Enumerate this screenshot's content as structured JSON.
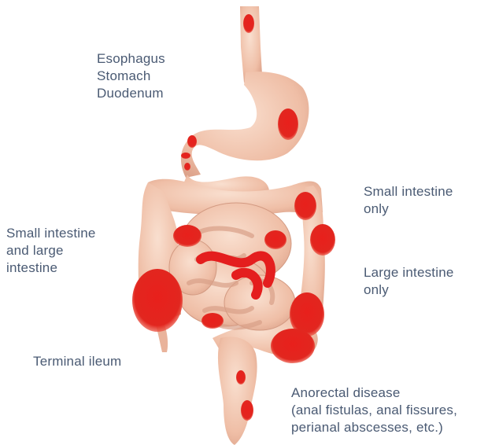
{
  "colors": {
    "text": "#4a5a73",
    "tissue": "#f1c3ab",
    "tissue_light": "#f8dccb",
    "tissue_dark": "#d9a088",
    "inflamed": "#e41e1e"
  },
  "labels": {
    "upper_gi": "Esophagus\nStomach\nDuodenum",
    "small_and_large": "Small intestine\nand large\nintestine",
    "terminal_ileum": "Terminal ileum",
    "small_only": "Small intestine\nonly",
    "large_only": "Large intestine\nonly",
    "anorectal": "Anorectal disease\n(anal fistulas, anal fissures,\nperianal abscesses, etc.)"
  }
}
